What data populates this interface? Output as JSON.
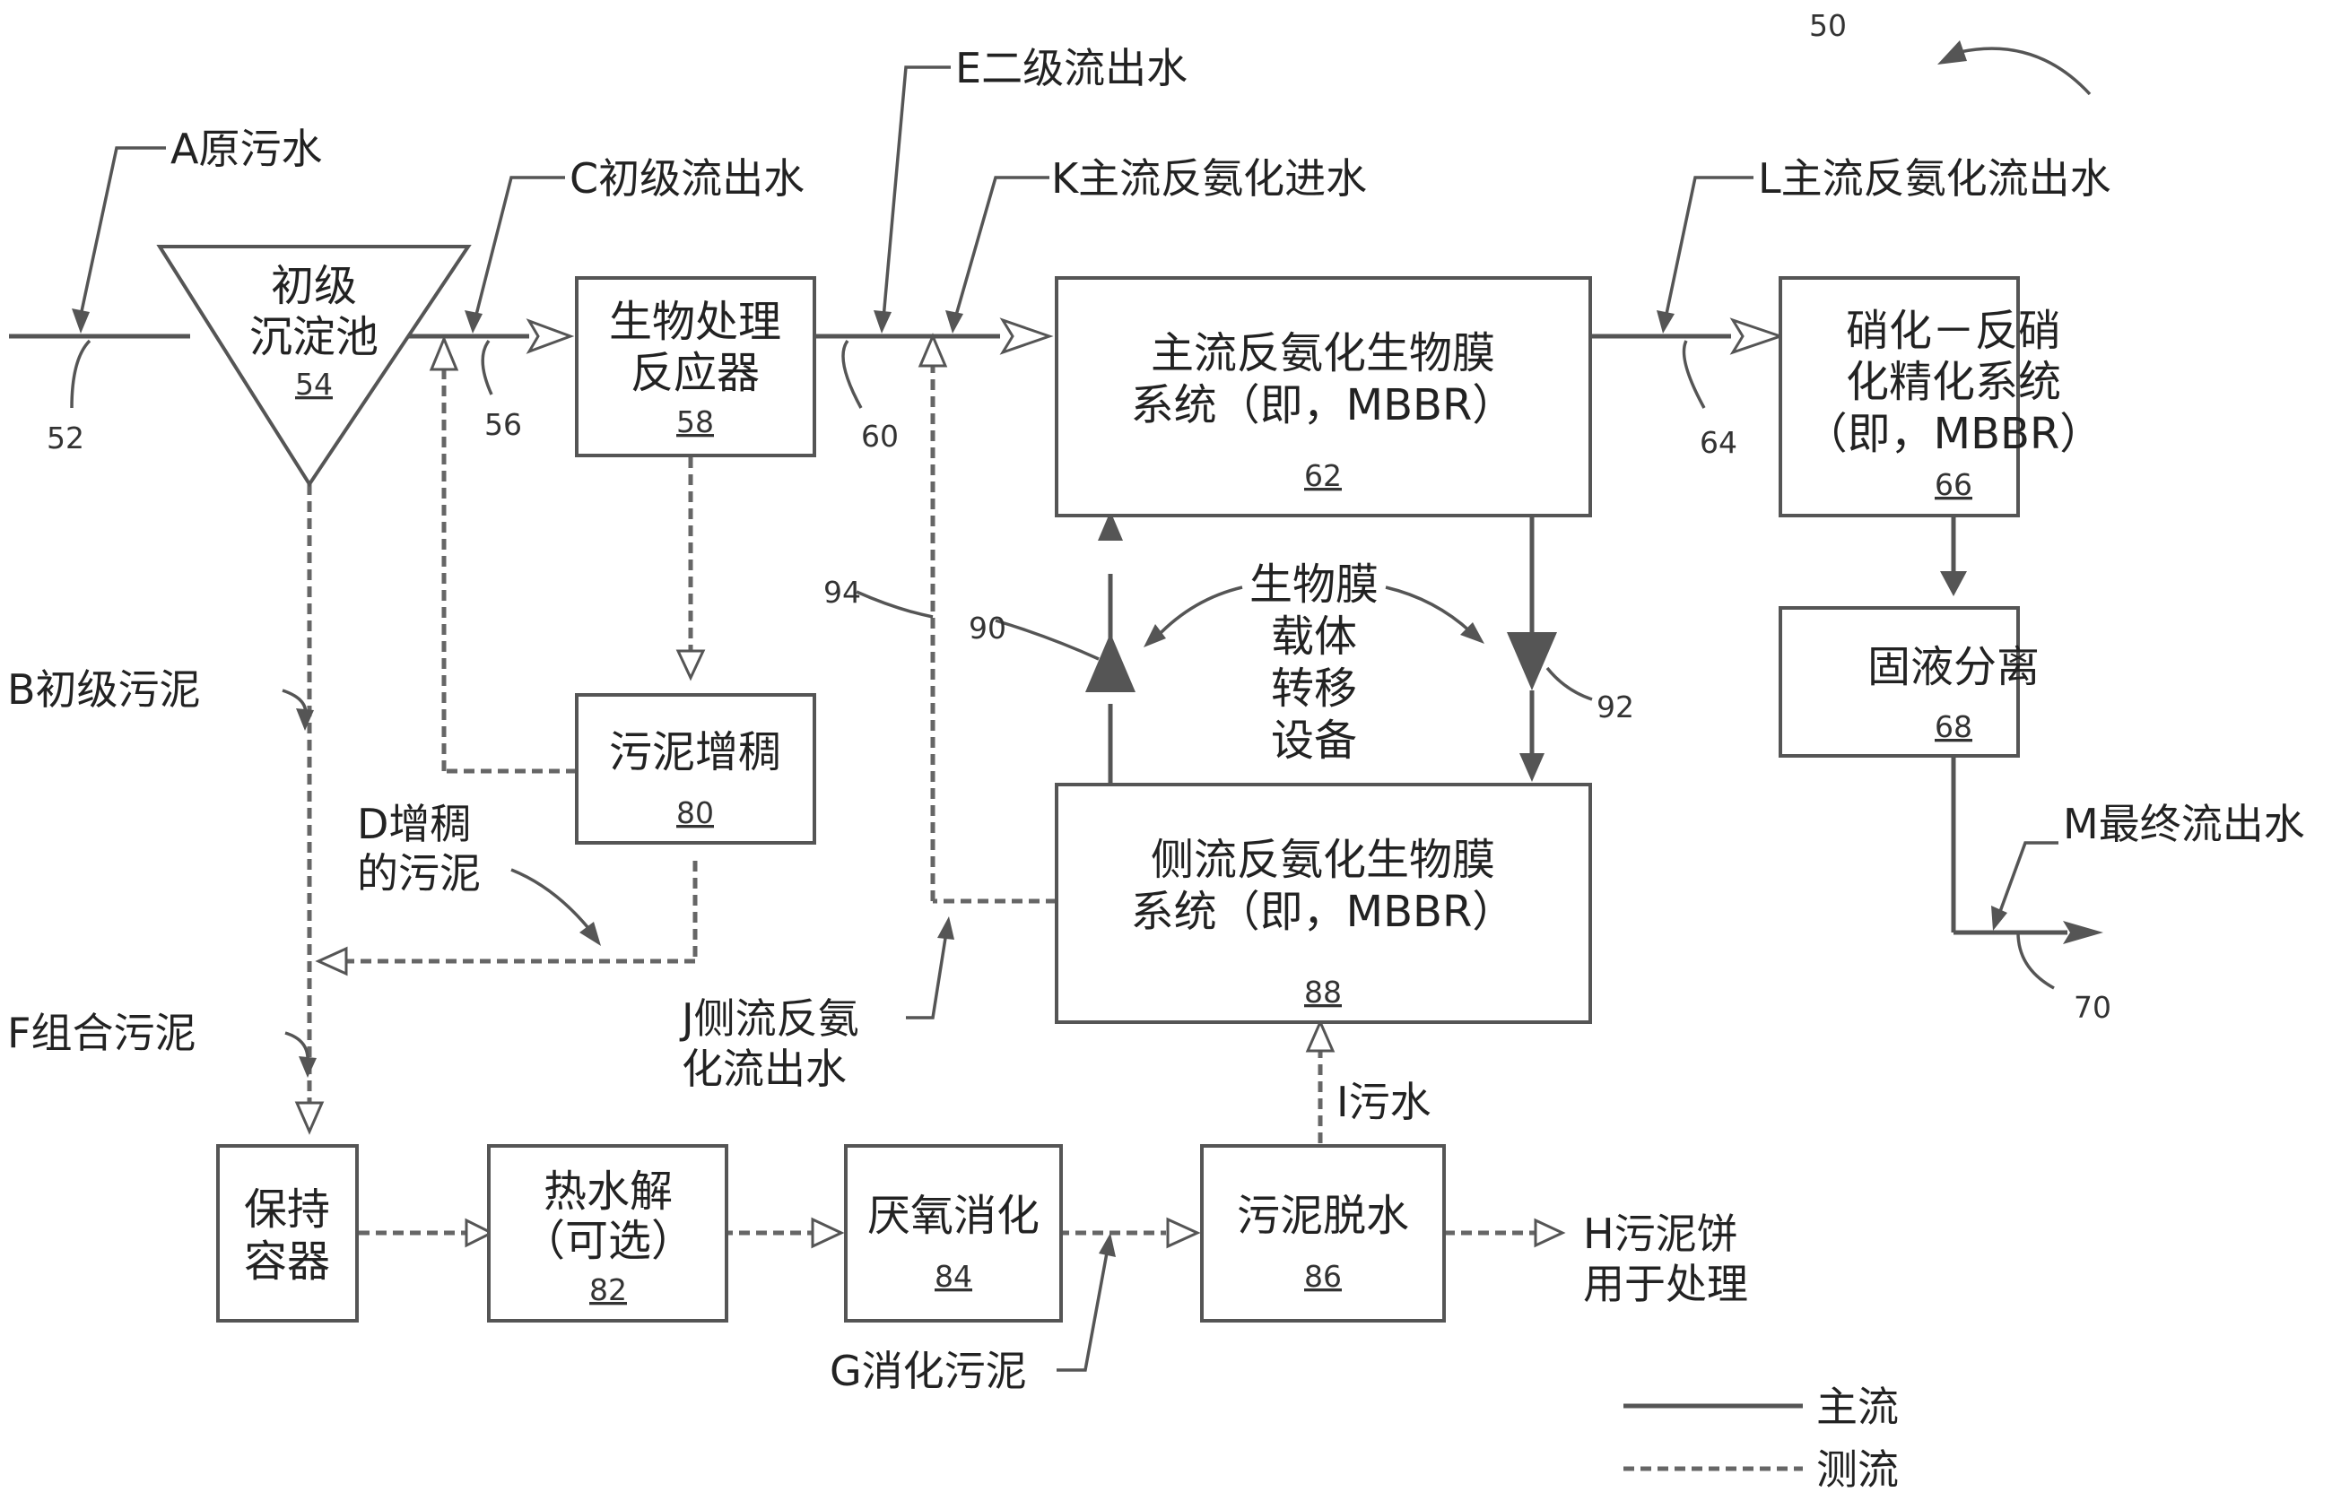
{
  "figure_number": "50",
  "nodes": {
    "primary_clarifier": {
      "line1": "初级",
      "line2": "沉淀池",
      "ref": "54"
    },
    "bioreactor": {
      "line1": "生物处理",
      "line2": "反应器",
      "ref": "58"
    },
    "mainstream_mbbr": {
      "line1": "主流反氨化生物膜",
      "line2": "系统（即，MBBR）",
      "ref": "62"
    },
    "polishing": {
      "line1": "硝化－反硝",
      "line2": "化精化系统",
      "line3": "（即，MBBR）",
      "ref": "66"
    },
    "solid_liquid": {
      "line1": "固液分离",
      "ref": "68"
    },
    "thickener": {
      "line1": "污泥增稠",
      "ref": "80"
    },
    "sidestream_mbbr": {
      "line1": "侧流反氨化生物膜",
      "line2": "系统（即，MBBR）",
      "ref": "88"
    },
    "holding": {
      "line1": "保持",
      "line2": "容器"
    },
    "hydrolysis": {
      "line1": "热水解",
      "line2": "（可选）",
      "ref": "82"
    },
    "digestion": {
      "line1": "厌氧消化",
      "ref": "84"
    },
    "dewatering": {
      "line1": "污泥脱水",
      "ref": "86"
    }
  },
  "flow_labels": {
    "A": "A原污水",
    "B": "B初级污泥",
    "C": "C初级流出水",
    "D_line1": "D增稠",
    "D_line2": "的污泥",
    "E": "E二级流出水",
    "F": "F组合污泥",
    "G": "G消化污泥",
    "H_line1": "H污泥饼",
    "H_line2": "用于处理",
    "I": "I污水",
    "J_line1": "J侧流反氨",
    "J_line2": "化流出水",
    "K": "K主流反氨化进水",
    "L": "L主流反氨化流出水",
    "M": "M最终流出水"
  },
  "carrier_transfer": {
    "line1": "生物膜",
    "line2": "载体",
    "line3": "转移",
    "line4": "设备"
  },
  "refs": {
    "r52": "52",
    "r56": "56",
    "r60": "60",
    "r64": "64",
    "r70": "70",
    "r90": "90",
    "r92": "92",
    "r94": "94"
  },
  "legend": {
    "mainstream": "主流",
    "sidestream": "测流"
  }
}
